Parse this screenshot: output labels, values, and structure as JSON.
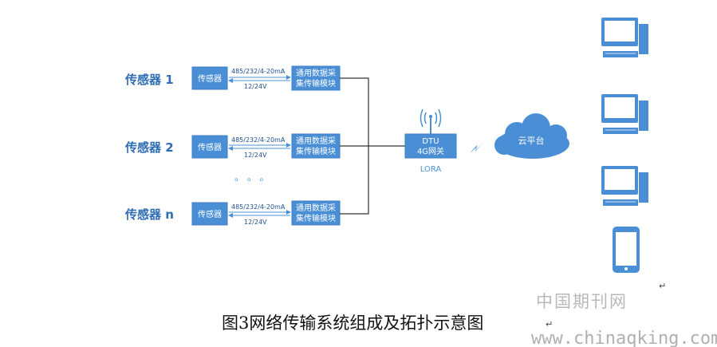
{
  "sensors": [
    {
      "label": "传感器  1",
      "box": "传感器",
      "module_line1": "通用数据采",
      "module_line2": "集传输模块",
      "protocol": "485/232/4-20mA",
      "power": "12/24V"
    },
    {
      "label": "传感器  2",
      "box": "传感器",
      "module_line1": "通用数据采",
      "module_line2": "集传输模块",
      "protocol": "485/232/4-20mA",
      "power": "12/24V"
    },
    {
      "label": "传感器  n",
      "box": "传感器",
      "module_line1": "通用数据采",
      "module_line2": "集传输模块",
      "protocol": "485/232/4-20mA",
      "power": "12/24V"
    }
  ],
  "ellipsis": "。 。 。",
  "gateway": {
    "line1": "DTU",
    "line2": "4G网关",
    "sublabel": "LORA"
  },
  "cloud": {
    "label": "云平台"
  },
  "clients": [
    "desktop-computer-icon",
    "desktop-computer-icon",
    "desktop-computer-icon",
    "smartphone-icon"
  ],
  "caption": "图3网络传输系统组成及拓扑示意图",
  "watermark": {
    "cn": "中国期刊网",
    "url": "www.chinaqking.com"
  },
  "colors": {
    "accent": "#4a8fd6",
    "text_blue": "#2f6db5"
  }
}
